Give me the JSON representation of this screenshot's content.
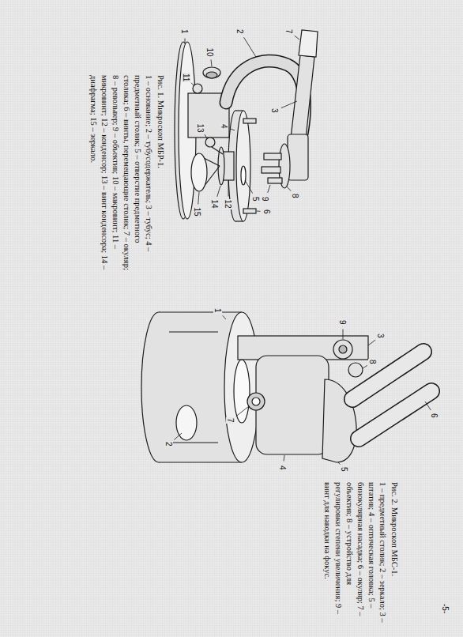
{
  "diagram": {
    "labels": [
      "Рис. 1. Микроскоп МБР-1.",
      "1 – основание; 2 – тубусодержатель; 3 – тубус; 4 – предметный столик; 5 – отверстие предметного столика; 6 – винты, перемещающие столик; 7 – окуляр; 8 – револьвер; 9 – объектив; 10 – макровинт; 11 – микровинт; 12 – конденсор; 13 – винт конденсора; 14 – диафрагма; 15 – зеркало.",
      "Рис. 2. Микроскоп МБС-1.",
      "1 – предметный столик; 2 – зеркало; 3 – штатив; 4 – оптическая головка; 5 – бинокулярная насадка; 6 – окуляр; 7 – объектив; 8 – устройство для регулировки степени увеличения; 9 – винт для наводки на фокус.",
      "1",
      "2",
      "3",
      "4",
      "5",
      "6",
      "7",
      "8",
      "9",
      "10",
      "11",
      "12",
      "13",
      "14",
      "15",
      "1",
      "2",
      "3",
      "4",
      "5",
      "6",
      "7",
      "8",
      "9",
      "-5-"
    ]
  }
}
